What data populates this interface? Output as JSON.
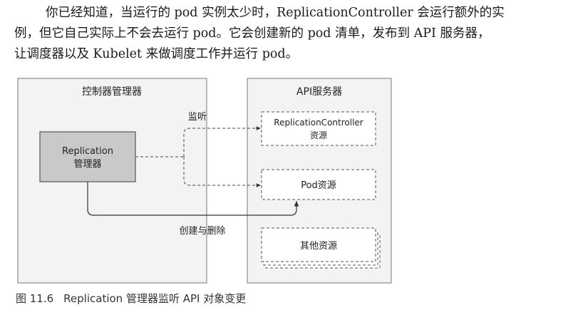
{
  "paragraph": {
    "lines": [
      "你已经知道，当运行的 pod 实例太少时，ReplicationController 会运行额外的实",
      "例，但它自己实际上不会去运行 pod。它会创建新的 pod 清单，发布到 API 服务器，",
      "让调度器以及 Kubelet 来做调度工作并运行 pod。"
    ]
  },
  "figure": {
    "controller_manager_title": "控制器管理器",
    "replication_manager_line1": "Replication",
    "replication_manager_line2": "管理器",
    "api_server_title": "API服务器",
    "rc_resource_line1": "ReplicationController",
    "rc_resource_line2": "资源",
    "pod_resource": "Pod资源",
    "other_resources": "其他资源",
    "watch_label": "监听",
    "create_delete_label": "创建与删除"
  },
  "caption": {
    "number": "图 11.6",
    "text": "Replication 管理器监听 API 对象变更"
  }
}
